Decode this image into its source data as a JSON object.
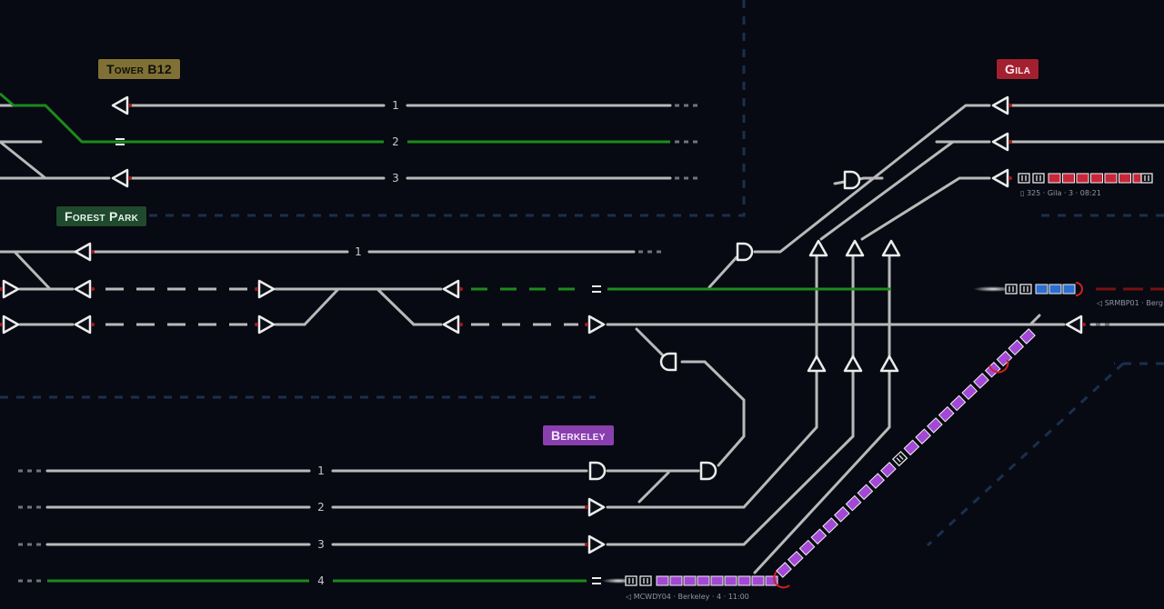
{
  "stations": {
    "tower_b12": "Tower B12",
    "forest_park": "Forest Park",
    "gila": "Gila",
    "berkeley": "Berkeley"
  },
  "tracks": {
    "tower_1": "1",
    "tower_2": "2",
    "tower_3": "3",
    "forest_1": "1",
    "berkeley_1": "1",
    "berkeley_2": "2",
    "berkeley_3": "3",
    "berkeley_4": "4"
  },
  "trains": {
    "gila_info": "▯ 325 · Gila · 3 · 08:21",
    "srmbp_info": "◁ SRMBP01 · Berg",
    "mcwdy_info": "◁ MCWDY04 · Berkeley · 4 · 11:00"
  },
  "colors": {
    "background": "#070a12",
    "track": "#b9b9b9",
    "route_green": "#1d8a1d",
    "route_red": "#c21a1a",
    "train_red": "#c9263a",
    "train_blue": "#2a6fd1",
    "train_purple": "#a348d6",
    "signal": "#e8e8e8"
  },
  "icons": [
    "signal-arrow-icon",
    "signal-d-icon",
    "signal-stop-icon",
    "train-car-icon"
  ]
}
